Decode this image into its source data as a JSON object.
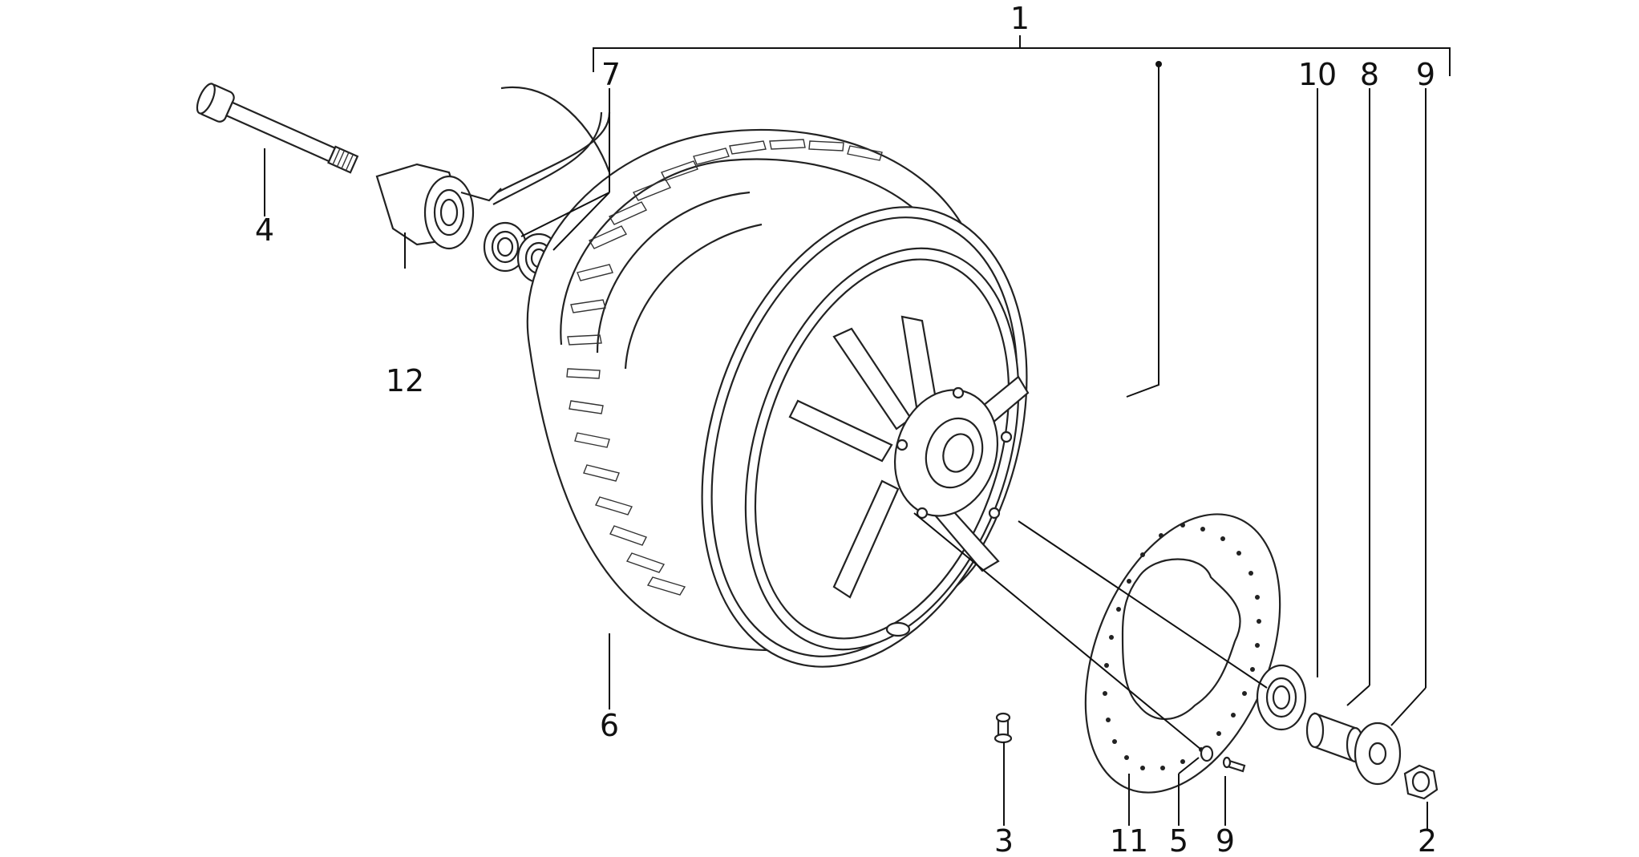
{
  "callouts": {
    "c1": "1",
    "c2": "2",
    "c3": "3",
    "c4": "4",
    "c5": "5",
    "c6": "6",
    "c7": "7",
    "c8": "8",
    "c9a": "9",
    "c9b": "9",
    "c10": "10",
    "c11": "11",
    "c12": "12"
  },
  "colors": {
    "ink": "#222222",
    "background": "#ffffff"
  }
}
